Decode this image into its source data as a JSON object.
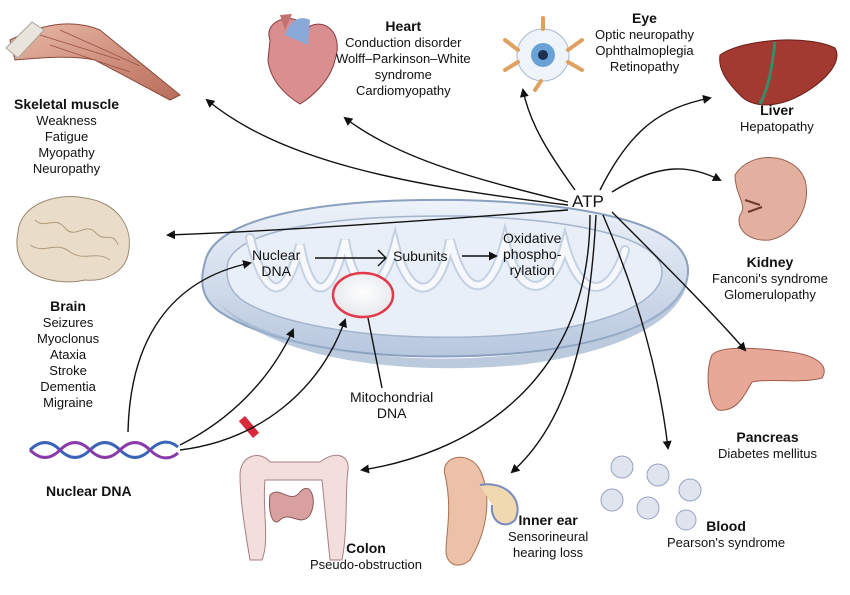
{
  "center": {
    "atp": "ATP",
    "nuclear_dna_inner": [
      "Nuclear",
      "DNA"
    ],
    "subunits": "Subunits",
    "oxphos": [
      "Oxidative",
      "phospho-",
      "rylation"
    ],
    "mito_dna": [
      "Mitochondrial",
      "DNA"
    ],
    "nuclear_dna_source": "Nuclear DNA"
  },
  "organs": [
    {
      "key": "skeletal-muscle",
      "title": "Skeletal muscle",
      "items": [
        "Weakness",
        "Fatigue",
        "Myopathy",
        "Neuropathy"
      ]
    },
    {
      "key": "heart",
      "title": "Heart",
      "items": [
        "Conduction disorder",
        "Wolff–Parkinson–White",
        "syndrome",
        "Cardiomyopathy"
      ]
    },
    {
      "key": "eye",
      "title": "Eye",
      "items": [
        "Optic neuropathy",
        "Ophthalmoplegia",
        "Retinopathy"
      ]
    },
    {
      "key": "liver",
      "title": "Liver",
      "items": [
        "Hepatopathy"
      ]
    },
    {
      "key": "brain",
      "title": "Brain",
      "items": [
        "Seizures",
        "Myoclonus",
        "Ataxia",
        "Stroke",
        "Dementia",
        "Migraine"
      ]
    },
    {
      "key": "kidney",
      "title": "Kidney",
      "items": [
        "Fanconi's syndrome",
        "Glomerulopathy"
      ]
    },
    {
      "key": "pancreas",
      "title": "Pancreas",
      "items": [
        "Diabetes mellitus"
      ]
    },
    {
      "key": "inner-ear",
      "title": "Inner ear",
      "items": [
        "Sensorineural",
        "hearing loss"
      ]
    },
    {
      "key": "blood",
      "title": "Blood",
      "items": [
        "Pearson's syndrome"
      ]
    },
    {
      "key": "colon",
      "title": "Colon",
      "items": [
        "Pseudo-obstruction"
      ]
    }
  ]
}
